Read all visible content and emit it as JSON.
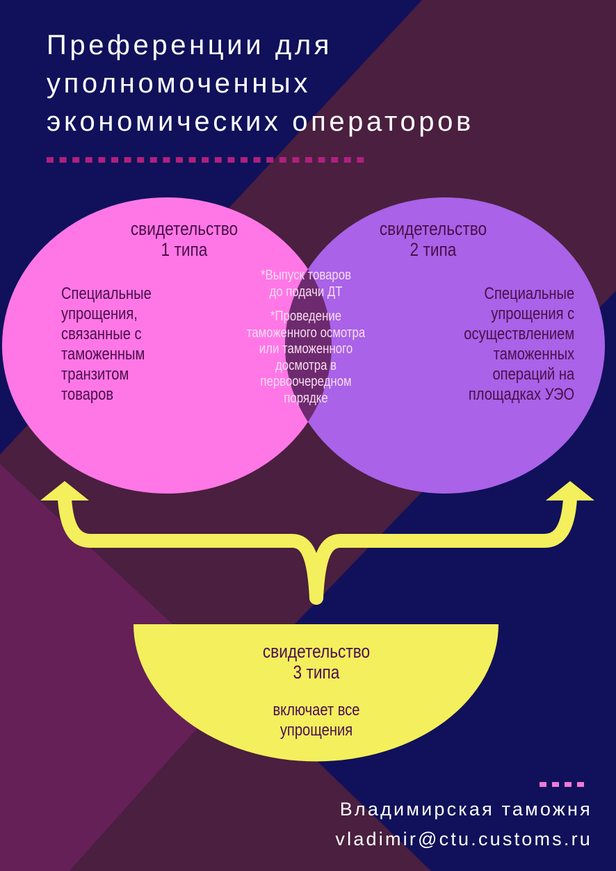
{
  "title": {
    "lines": [
      "Преференции для",
      "уполномоченных",
      "экономических операторов"
    ]
  },
  "colors": {
    "navy": "#10115a",
    "maroon": "#4a1f3f",
    "purple": "#642057",
    "pink": "#ff77e6",
    "lavender": "#a962e8",
    "lens": "#6e2a6e",
    "yellow": "#f4ef5c",
    "dash": "#b0207f",
    "dash_footer": "#f07ad8"
  },
  "type1": {
    "heading": [
      "свидетельство",
      "1 типа"
    ],
    "body": [
      "Специальные",
      "упрощения,",
      "связанные с",
      "таможенным",
      "транзитом",
      "товаров"
    ]
  },
  "type2": {
    "heading": [
      "свидетельство",
      "2 типа"
    ],
    "body": [
      "Специальные",
      "упрощения с",
      "осуществлением",
      "таможенных",
      "операций на",
      "площадках УЭО"
    ]
  },
  "common": {
    "item1": [
      "*Выпуск товаров",
      "до подачи ДТ"
    ],
    "item2": [
      "*Проведение",
      "таможенного осмотра",
      "или таможенного",
      "досмотра в",
      "первоочередном",
      "порядке"
    ]
  },
  "type3": {
    "heading": [
      "свидетельство",
      "3 типа"
    ],
    "body": [
      "включает все",
      "упрощения"
    ]
  },
  "footer": {
    "org": "Владимирская таможня",
    "email": "vladimir@ctu.customs.ru"
  },
  "icons": {
    "arrows": "branching-up-arrows-icon"
  }
}
